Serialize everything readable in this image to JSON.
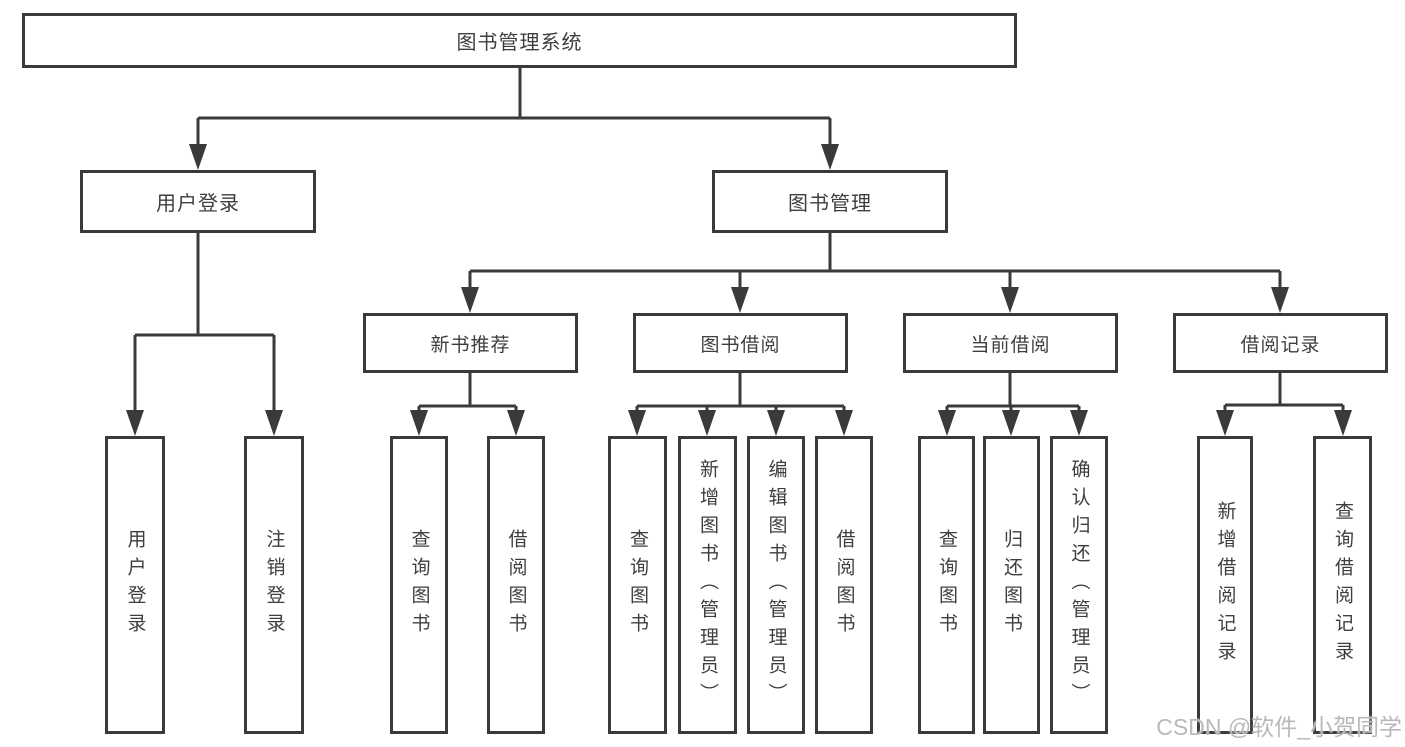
{
  "diagram": {
    "root": "图书管理系统",
    "level1": [
      {
        "label": "用户登录",
        "children": [
          "用户登录",
          "注销登录"
        ]
      },
      {
        "label": "图书管理",
        "children": [
          {
            "label": "新书推荐",
            "children": [
              "查询图书",
              "借阅图书"
            ]
          },
          {
            "label": "图书借阅",
            "children": [
              "查询图书",
              "新增图书（管理员）",
              "编辑图书（管理员）",
              "借阅图书"
            ]
          },
          {
            "label": "当前借阅",
            "children": [
              "查询图书",
              "归还图书",
              "确认归还（管理员）"
            ]
          },
          {
            "label": "借阅记录",
            "children": [
              "新增借阅记录",
              "查询借阅记录"
            ]
          }
        ]
      }
    ],
    "colors": {
      "line": "#3a3a3a",
      "text": "#3e3e3e",
      "box_fill": "#ffffff",
      "watermark": "#b9b9b9"
    }
  },
  "watermark": "CSDN @软件_小贺同学"
}
